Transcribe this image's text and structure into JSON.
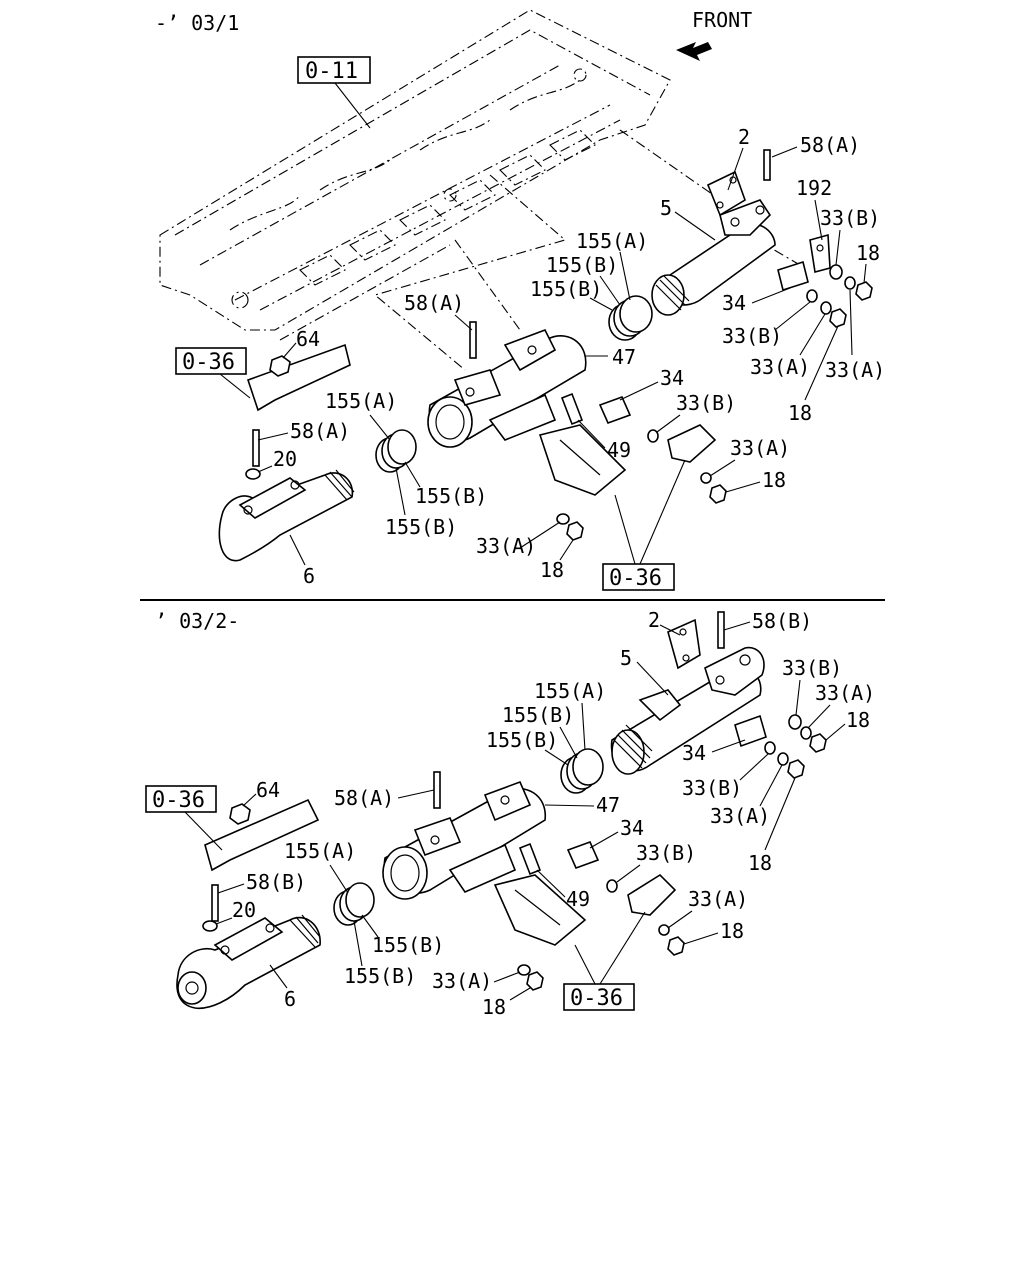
{
  "sections": {
    "top": "-’ 03/1",
    "bottom": "’ 03/2-"
  },
  "front_label": "FRONT",
  "refs": {
    "r011": "0-11",
    "r036": "0-36"
  },
  "parts": {
    "p2": "2",
    "p5": "5",
    "p6": "6",
    "p18": "18",
    "p20": "20",
    "p33a": "33(A)",
    "p33b": "33(B)",
    "p34": "34",
    "p47": "47",
    "p49": "49",
    "p58a": "58(A)",
    "p58b": "58(B)",
    "p64": "64",
    "p155a": "155(A)",
    "p155b": "155(B)",
    "p192": "192"
  }
}
